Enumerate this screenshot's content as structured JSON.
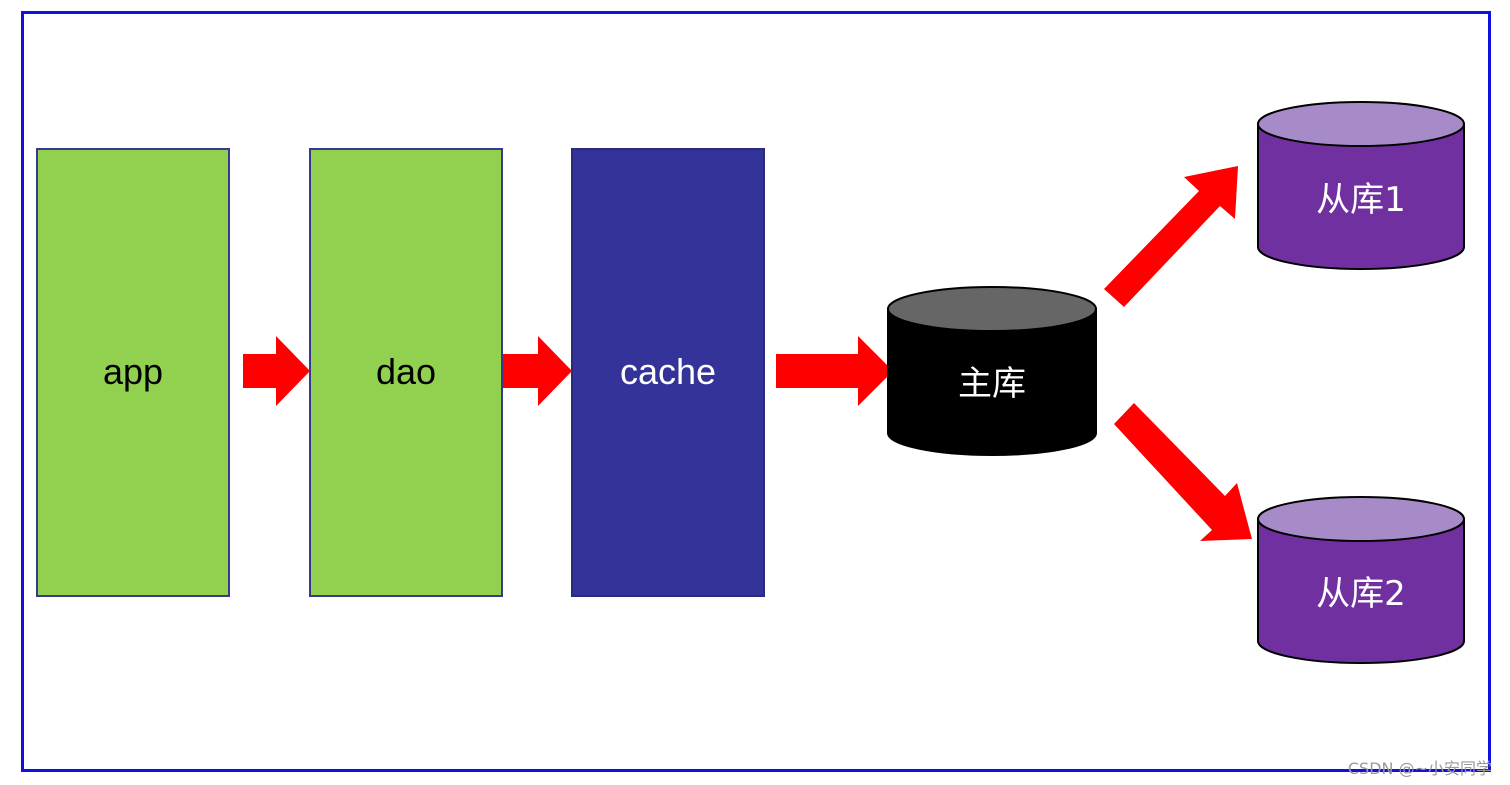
{
  "nodes": {
    "app": {
      "label": "app"
    },
    "dao": {
      "label": "dao"
    },
    "cache": {
      "label": "cache"
    },
    "master": {
      "label": "主库"
    },
    "slave1": {
      "label": "从库1"
    },
    "slave2": {
      "label": "从库2"
    }
  },
  "edges": [
    {
      "from": "app",
      "to": "dao"
    },
    {
      "from": "dao",
      "to": "cache"
    },
    {
      "from": "cache",
      "to": "master"
    },
    {
      "from": "master",
      "to": "slave1"
    },
    {
      "from": "master",
      "to": "slave2"
    }
  ],
  "colors": {
    "frame_border": "#1010e0",
    "app_fill": "#92d050",
    "dao_fill": "#92d050",
    "cache_fill": "#333399",
    "master_body": "#000000",
    "master_top": "#666666",
    "slave_body": "#7030a0",
    "slave_top": "#a78bc8",
    "arrow": "#ff0000"
  },
  "watermark": "CSDN @~小安同学"
}
